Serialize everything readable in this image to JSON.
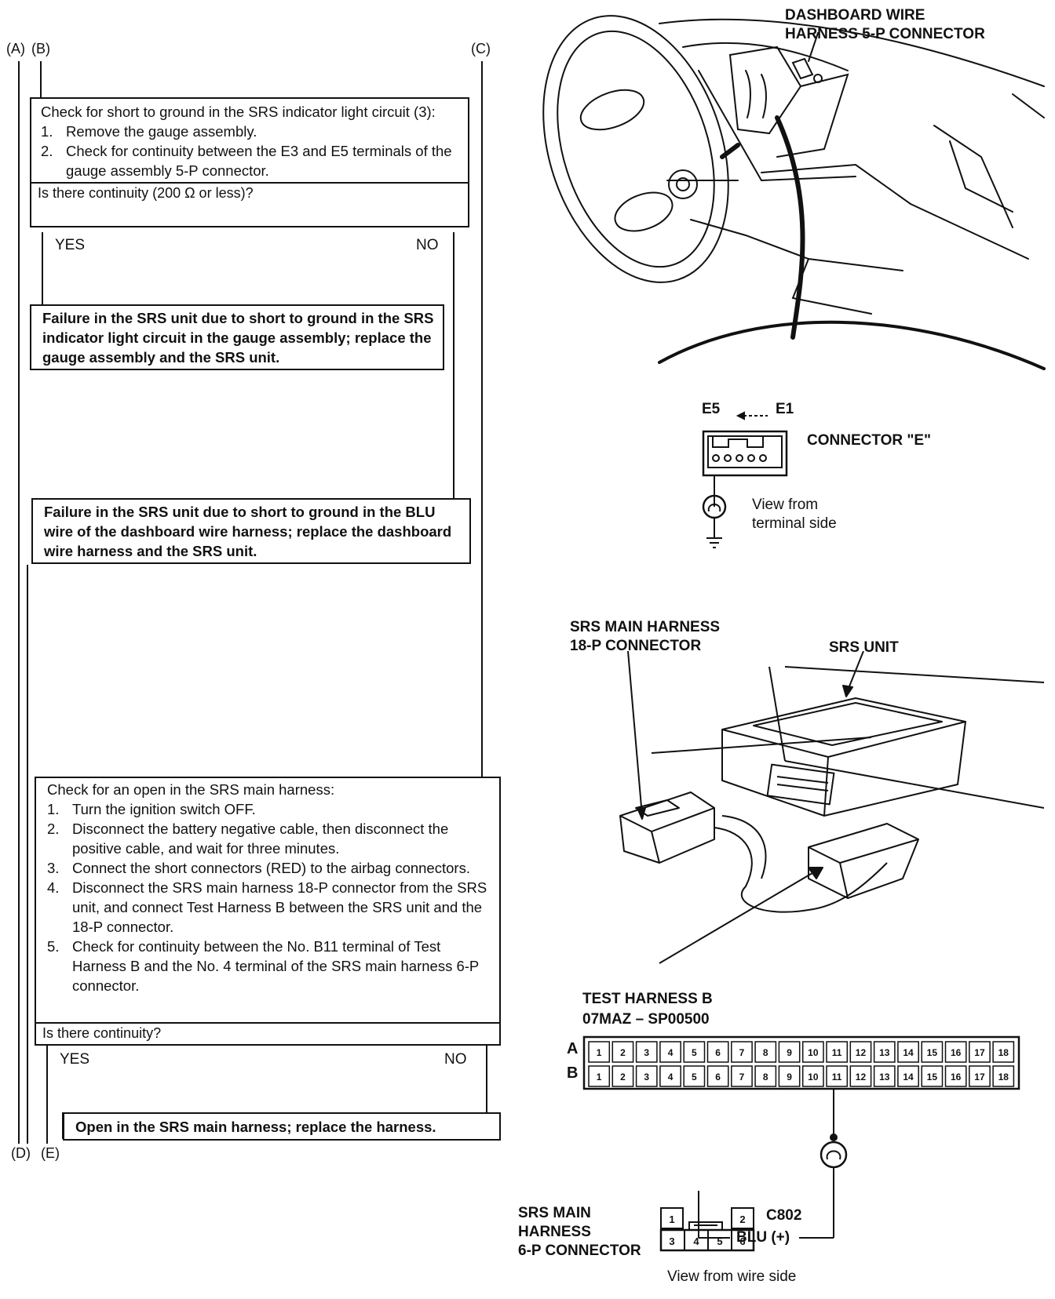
{
  "flow_labels": {
    "a": "(A)",
    "b": "(B)",
    "c": "(C)",
    "d": "(D)",
    "e": "(E)"
  },
  "check_short": {
    "intro": "Check for short to ground in the SRS indicator light circuit (3):",
    "steps": [
      {
        "num": "1.",
        "text": "Remove the gauge assembly."
      },
      {
        "num": "2.",
        "text": "Check for continuity between the E3 and E5 terminals of the gauge assembly 5-P connector."
      }
    ],
    "question": "Is there continuity (200 Ω or less)?",
    "yes": "YES",
    "no": "NO"
  },
  "result_gauge": "Failure in the SRS unit due to short to ground in the SRS indicator light circuit in the gauge assembly; replace the gauge assembly and the SRS unit.",
  "result_dash": "Failure in the SRS unit due to short to ground in the BLU wire of the dashboard wire harness; replace the dashboard wire harness and the SRS unit.",
  "check_open": {
    "intro": "Check for an open in the SRS main harness:",
    "steps": [
      {
        "num": "1.",
        "text": "Turn the ignition switch OFF."
      },
      {
        "num": "2.",
        "text": "Disconnect the battery negative cable, then disconnect the positive cable, and wait for three minutes."
      },
      {
        "num": "3.",
        "text": "Connect the short connectors (RED) to the airbag connectors."
      },
      {
        "num": "4.",
        "text": "Disconnect the SRS main harness 18-P connector from the SRS unit, and connect Test Harness B between the SRS unit and the 18-P connector."
      },
      {
        "num": "5.",
        "text": "Check for continuity between the No. B11 terminal of Test Harness B and the No. 4 terminal of the SRS main harness 6-P connector."
      }
    ],
    "question": "Is there continuity?",
    "yes": "YES",
    "no": "NO"
  },
  "result_open": "Open in the SRS main harness; replace the harness.",
  "diagram_top": {
    "dash_label_1": "DASHBOARD WIRE",
    "dash_label_2": "HARNESS 5-P CONNECTOR",
    "e5": "E5",
    "e1": "E1",
    "connector_label": "CONNECTOR \"E\"",
    "view_1": "View from",
    "view_2": "terminal side"
  },
  "diagram_bottom": {
    "srs_main_1": "SRS MAIN HARNESS",
    "srs_main_2": "18-P CONNECTOR",
    "srs_unit": "SRS UNIT",
    "test_harness_1": "TEST HARNESS B",
    "test_harness_2": "07MAZ – SP00500",
    "row_a": "A",
    "row_b": "B",
    "pins": [
      "1",
      "2",
      "3",
      "4",
      "5",
      "6",
      "7",
      "8",
      "9",
      "10",
      "11",
      "12",
      "13",
      "14",
      "15",
      "16",
      "17",
      "18"
    ],
    "six_p_1": "SRS MAIN",
    "six_p_2": "HARNESS",
    "six_p_3": "6-P CONNECTOR",
    "six_pins": [
      "1",
      "2",
      "3",
      "4",
      "5",
      "6"
    ],
    "c802": "C802",
    "blu": "BLU (+)",
    "view_wire": "View from wire side"
  }
}
